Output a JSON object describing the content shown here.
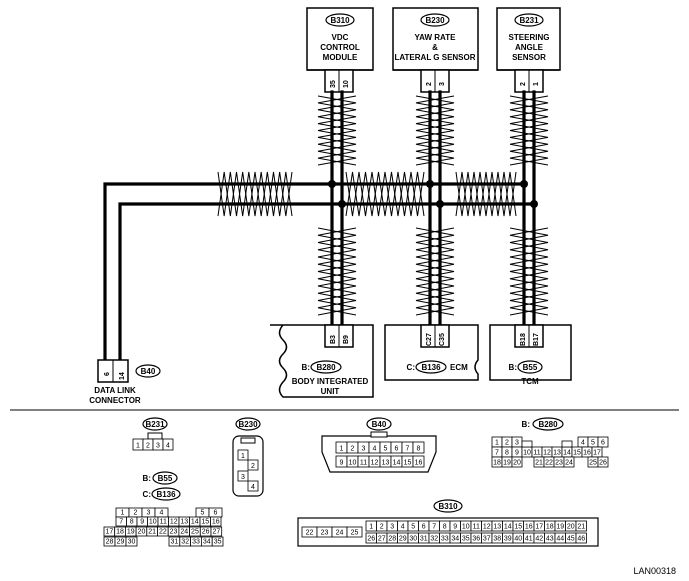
{
  "diagram": {
    "modules": {
      "vdc": {
        "code": "B310",
        "line1": "VDC",
        "line2": "CONTROL",
        "line3": "MODULE",
        "pin_a": "35",
        "pin_b": "10"
      },
      "yaw": {
        "code": "B230",
        "line1": "YAW RATE",
        "line2": "&",
        "line3": "LATERAL G SENSOR",
        "pin_a": "2",
        "pin_b": "3"
      },
      "steer": {
        "code": "B231",
        "line1": "STEERING",
        "line2": "ANGLE",
        "line3": "SENSOR",
        "pin_a": "2",
        "pin_b": "1"
      },
      "body": {
        "prefix": "B:",
        "code": "B280",
        "line1": "BODY INTEGRATED",
        "line2": "UNIT",
        "pin_a": "B3",
        "pin_b": "B9"
      },
      "ecm": {
        "prefix": "C:",
        "code": "B136",
        "name": "ECM",
        "pin_a": "C27",
        "pin_b": "C35"
      },
      "tcm": {
        "prefix": "B:",
        "code": "B55",
        "name": "TCM",
        "pin_a": "B18",
        "pin_b": "B17"
      },
      "dlc": {
        "code": "B40",
        "line1": "DATA LINK",
        "line2": "CONNECTOR",
        "pin_a": "6",
        "pin_b": "14"
      }
    },
    "connectors": {
      "b231": {
        "code": "B231",
        "pins": [
          "1",
          "2",
          "3",
          "4"
        ]
      },
      "b230": {
        "code": "B230",
        "pins": [
          "1",
          "2",
          "3",
          "4"
        ]
      },
      "b40": {
        "code": "B40",
        "row1": [
          "1",
          "2",
          "3",
          "4",
          "5",
          "6",
          "7",
          "8"
        ],
        "row2": [
          "9",
          "10",
          "11",
          "12",
          "13",
          "14",
          "15",
          "16"
        ]
      },
      "b280": {
        "prefix": "B:",
        "code": "B280",
        "row1a": [
          "1",
          "2",
          "3"
        ],
        "row1b": [
          "4",
          "5",
          "6"
        ],
        "row2": [
          "7",
          "8",
          "9",
          "10",
          "11",
          "12",
          "13",
          "14",
          "15",
          "16",
          "17"
        ],
        "row3a": [
          "18",
          "19",
          "20"
        ],
        "row3b": [
          "21",
          "22",
          "23",
          "24"
        ],
        "row3c": [
          "25",
          "26"
        ]
      },
      "b55": {
        "prefix": "B:",
        "code": "B55"
      },
      "b136": {
        "prefix": "C:",
        "code": "B136",
        "row1a": [
          "1",
          "2",
          "3",
          "4"
        ],
        "row1b": [
          "5",
          "6"
        ],
        "row2": [
          "7",
          "8",
          "9",
          "10",
          "11",
          "12",
          "13",
          "14",
          "15",
          "16"
        ],
        "row3": [
          "17",
          "18",
          "19",
          "20",
          "21",
          "22",
          "23",
          "24",
          "25",
          "26",
          "27"
        ],
        "row4a": [
          "28",
          "29",
          "30"
        ],
        "row4b": [
          "31",
          "32",
          "33",
          "34",
          "35"
        ]
      },
      "b310": {
        "code": "B310",
        "left": [
          "22",
          "23",
          "24",
          "25"
        ],
        "row1": [
          "1",
          "2",
          "3",
          "4",
          "5",
          "6",
          "7",
          "8",
          "9",
          "10",
          "11",
          "12",
          "13",
          "14",
          "15",
          "16",
          "17",
          "18",
          "19",
          "20",
          "21"
        ],
        "row2": [
          "26",
          "27",
          "28",
          "29",
          "30",
          "31",
          "32",
          "33",
          "34",
          "35",
          "36",
          "37",
          "38",
          "39",
          "40",
          "41",
          "42",
          "43",
          "44",
          "45",
          "46"
        ]
      }
    },
    "figure_id": "LAN00318"
  }
}
